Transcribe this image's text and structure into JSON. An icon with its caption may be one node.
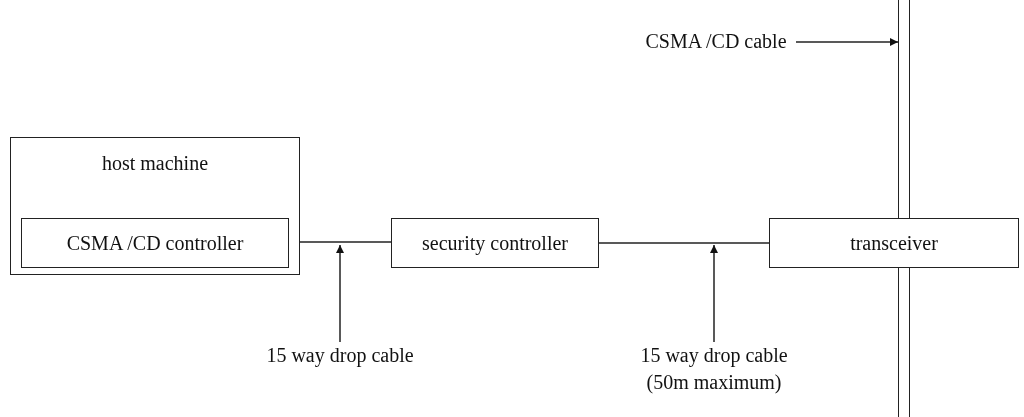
{
  "diagram": {
    "nodes": [
      {
        "text": [
          "host machine"
        ]
      },
      {
        "text": [
          "CSMA /CD controller"
        ],
        "in": 0
      },
      {
        "text": [
          "security controller"
        ]
      },
      {
        "text": [
          "transceiver"
        ]
      },
      {
        "text": [
          "CSMA /CD cable"
        ]
      },
      {
        "text": [],
        "shape": "bar"
      },
      {
        "text": [
          "15 way drop cable"
        ]
      },
      {
        "text": [
          "15 way drop cable (50m maximum)"
        ]
      }
    ],
    "edges": [
      {
        "from": 1,
        "to": 2,
        "arrow": "none"
      },
      {
        "from": 2,
        "to": 3,
        "arrow": "none"
      },
      {
        "from": 4,
        "to": 5,
        "arrow": "to"
      },
      {
        "from": 6,
        "to": null,
        "arrow": "to"
      },
      {
        "from": 7,
        "to": null,
        "arrow": "to"
      }
    ]
  }
}
